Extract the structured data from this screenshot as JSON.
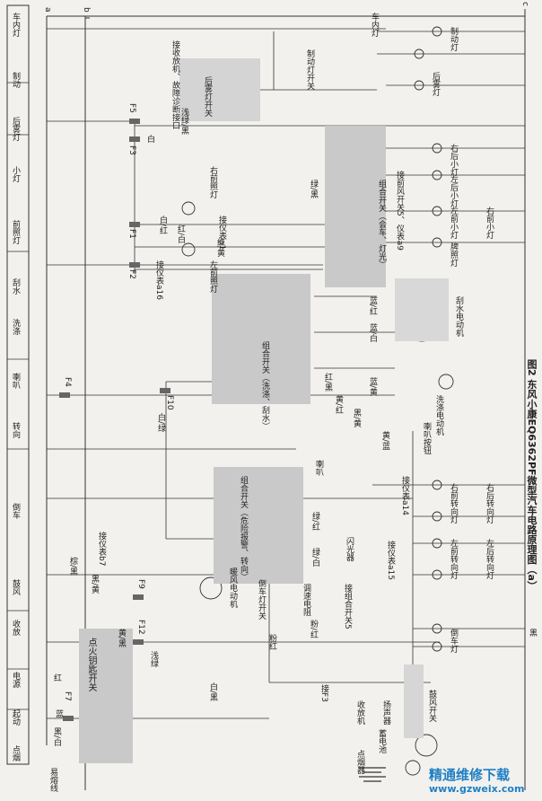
{
  "header_bar": {
    "cells": [
      "电源",
      "起动",
      "点烟",
      "收放",
      "鼓风",
      "倒车",
      "转向",
      "喇叭",
      "洗涤",
      "刮水",
      "前照灯",
      "小灯",
      "后雾灯",
      "制动",
      "车内灯"
    ],
    "bus_a": "a",
    "bus_b": "b",
    "bus_c": "c"
  },
  "labels": {
    "fusible_link": "易熔线",
    "battery": "蓄电池",
    "ignition_switch": "点火钥匙开关",
    "meter_b7": "接仪表b7",
    "cigar_lighter": "点烟器",
    "radio": "收放机",
    "to_f3": "接F3",
    "speaker": "扬声器",
    "heater_motor": "暖风电动机",
    "reverse_switch": "倒车灯开关",
    "speed_resistor": "调速电阻",
    "to_combo_switch5": "接组合开关5",
    "blower_switch": "鼓风开关",
    "combo_hazard": "组合开关（危险报警、转向）",
    "flasher": "闪光器",
    "horn": "喇叭",
    "to_meter_a15": "接仪表a15",
    "to_meter_a14": "接仪表a14",
    "left_front_turn": "左前转向灯",
    "left_rear_turn": "左后转向灯",
    "right_front_turn": "右前转向灯",
    "right_rear_turn": "右后转向灯",
    "reverse_lamp": "倒车灯",
    "horn_button": "喇叭按钮",
    "washer_motor": "洗涤电动机",
    "wiper_motor": "刮水电动机",
    "combo_washer_wiper": "组合开关（洗涤、刮水）",
    "left_headlamp": "左前照灯",
    "right_headlamp": "右前照灯",
    "to_meter_a16": "接仪表a16",
    "to_meter_a1": "接仪表a1",
    "combo_light": "组合开关（会车、灯光）",
    "to_dash_switch5_a9": "接前风开关5、仪表a9",
    "right_rear_small": "右后小灯",
    "left_rear_small": "左后小灯",
    "left_front_small": "左前小灯",
    "right_front_small": "右前小灯",
    "plate_lamp": "牌照灯",
    "rear_fog_switch": "后雾灯开关",
    "to_radio_diag": "接收放机、故障诊断接口",
    "brake_switch": "制动灯开关",
    "brake_lamp": "制动灯",
    "rear_fog_lamp": "后雾灯",
    "dome_lamp": "车内灯"
  },
  "wire_colors": [
    "黑/白",
    "黄/黑",
    "浅绿",
    "黑/黄",
    "白/黑",
    "白/绿",
    "粉红",
    "粉/红",
    "黑/黄",
    "红/白",
    "白/红",
    "红/黄",
    "蓝/白",
    "蓝/黄",
    "黄/红",
    "蓝/红",
    "黄/蓝",
    "绿/黑",
    "绿/红",
    "绿/白",
    "白",
    "红",
    "蓝",
    "黑",
    "棕/黑",
    "浅绿/黑",
    "红/黑"
  ],
  "fuses": [
    "F7",
    "F12",
    "F9",
    "F4",
    "F10",
    "F2",
    "F1",
    "F3",
    "F5"
  ],
  "caption": "图2  东风小康EQ6362PF微型汽车电路原理图（a）",
  "watermark": {
    "line1": "精通维修下载",
    "line2": "www.gzweix.com"
  }
}
